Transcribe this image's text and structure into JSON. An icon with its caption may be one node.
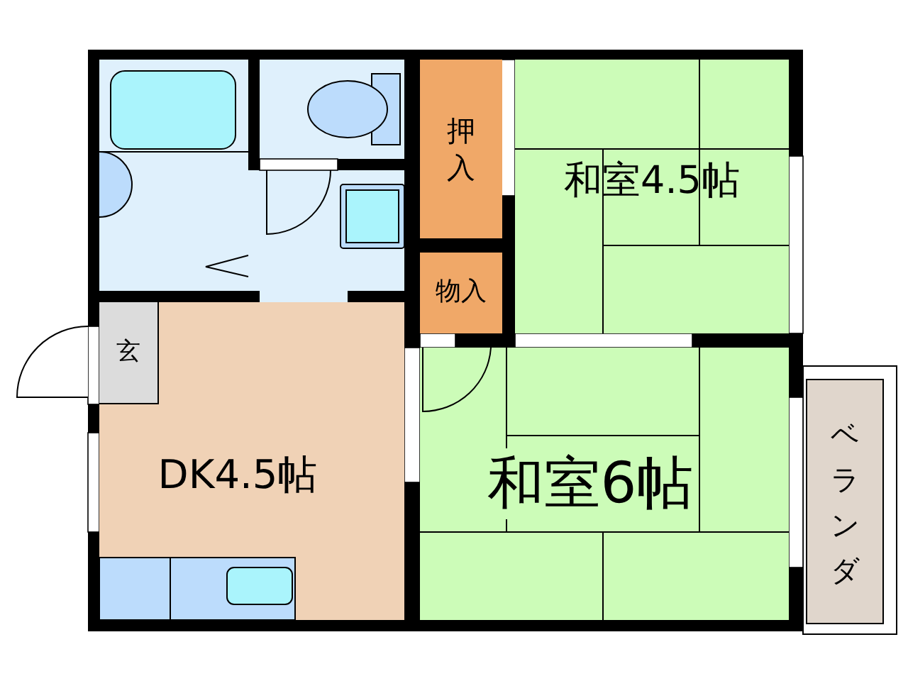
{
  "diagram": {
    "nodes": [
      {
        "text": [
          "押入"
        ]
      },
      {
        "text": [
          "和室4.5帖"
        ]
      },
      {
        "text": [
          "物入"
        ]
      },
      {
        "text": [
          "DK4.5帖"
        ]
      },
      {
        "text": [
          "玄"
        ],
        "in": 3
      },
      {
        "text": [
          "和室6帖"
        ]
      },
      {
        "text": [
          "ベランダ"
        ]
      }
    ]
  }
}
